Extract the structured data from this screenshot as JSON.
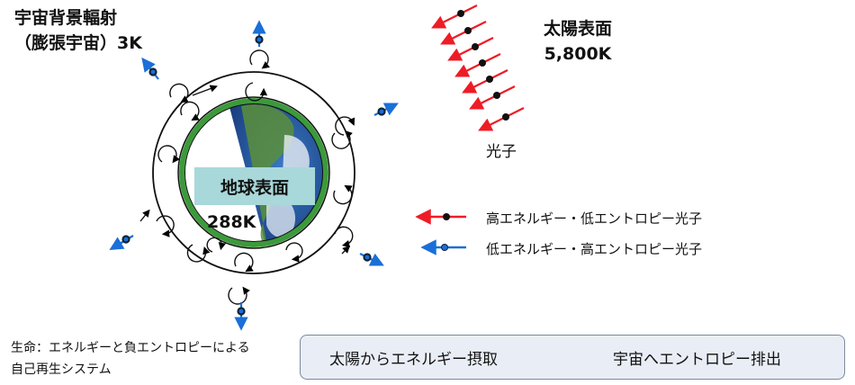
{
  "cmb": {
    "line1": "宇宙背景輻射",
    "line2": "（膨張宇宙）3K"
  },
  "sun": {
    "line1": "太陽表面",
    "line2": "5,800K"
  },
  "photon_label": "光子",
  "earth": {
    "label": "地球表面",
    "temp": "288K"
  },
  "legend": [
    {
      "text": "高エネルギー・低エントロピー光子",
      "color": "#ee1c25"
    },
    {
      "text": "低エネルギー・高エントロピー光子",
      "color": "#1a6fd8"
    }
  ],
  "life": {
    "line1": "生命：エネルギーと負エントロピーによる",
    "line2": "自己再生システム"
  },
  "flow": {
    "left": "太陽からエネルギー摂取",
    "right": "宇宙へエントロピー排出"
  },
  "colors": {
    "red_photon": "#ee1c25",
    "blue_photon": "#1a6fd8",
    "ring_green": "#3c9a3a",
    "label_box": "#a8d8da",
    "arrow_orange": "#ff4b14"
  },
  "icons": [
    "globe-icon",
    "photon-arrow-icon",
    "convection-loop-icon",
    "flow-arrow-icon"
  ]
}
